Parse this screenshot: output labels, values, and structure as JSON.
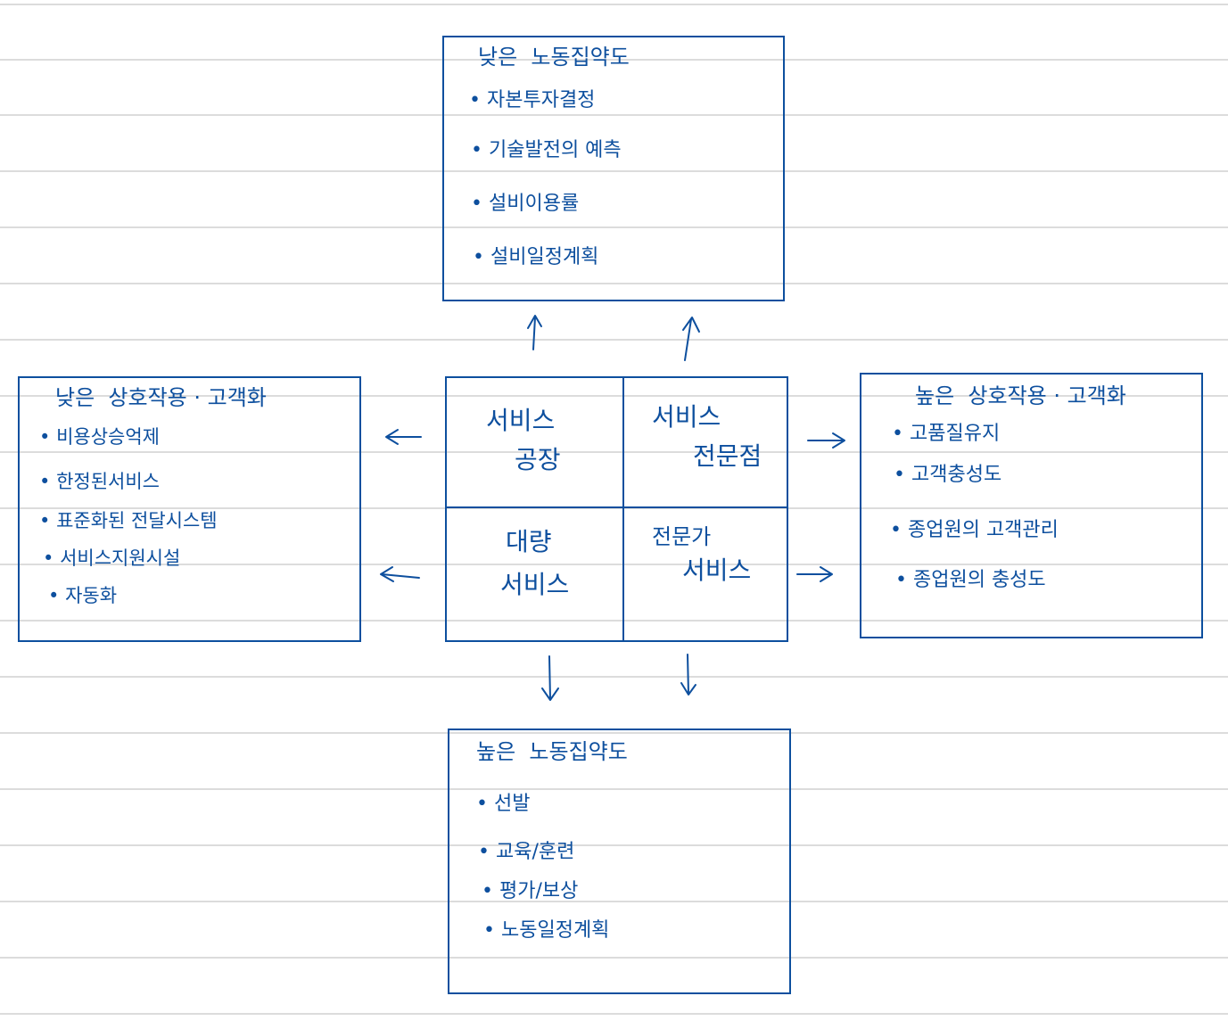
{
  "matrix": {
    "top_left": {
      "line1": "서비스",
      "line2": "공장"
    },
    "top_right": {
      "line1": "서비스",
      "line2": "전문점"
    },
    "bottom_left": {
      "line1": "대량",
      "line2": "서비스"
    },
    "bottom_right": {
      "line1": "전문가",
      "line2": "서비스"
    }
  },
  "top_box": {
    "title": "낮은  노동집약도",
    "items": [
      "자본투자결정",
      "기술발전의 예측",
      "설비이용률",
      "설비일정계획"
    ]
  },
  "bottom_box": {
    "title": "높은  노동집약도",
    "items": [
      "선발",
      "교육/훈련",
      "평가/보상",
      "노동일정계획"
    ]
  },
  "left_box": {
    "title": "낮은  상호작용 · 고객화",
    "items": [
      "비용상승억제",
      "한정된서비스",
      "표준화된 전달시스템",
      "서비스지원시설",
      "자동화"
    ]
  },
  "right_box": {
    "title": "높은  상호작용 · 고객화",
    "items": [
      "고품질유지",
      "고객충성도",
      "종업원의 고객관리",
      "종업원의 충성도"
    ]
  },
  "colors": {
    "ink": "#0d4f9e",
    "rule": "#dcdcdc",
    "paper": "#ffffff"
  }
}
